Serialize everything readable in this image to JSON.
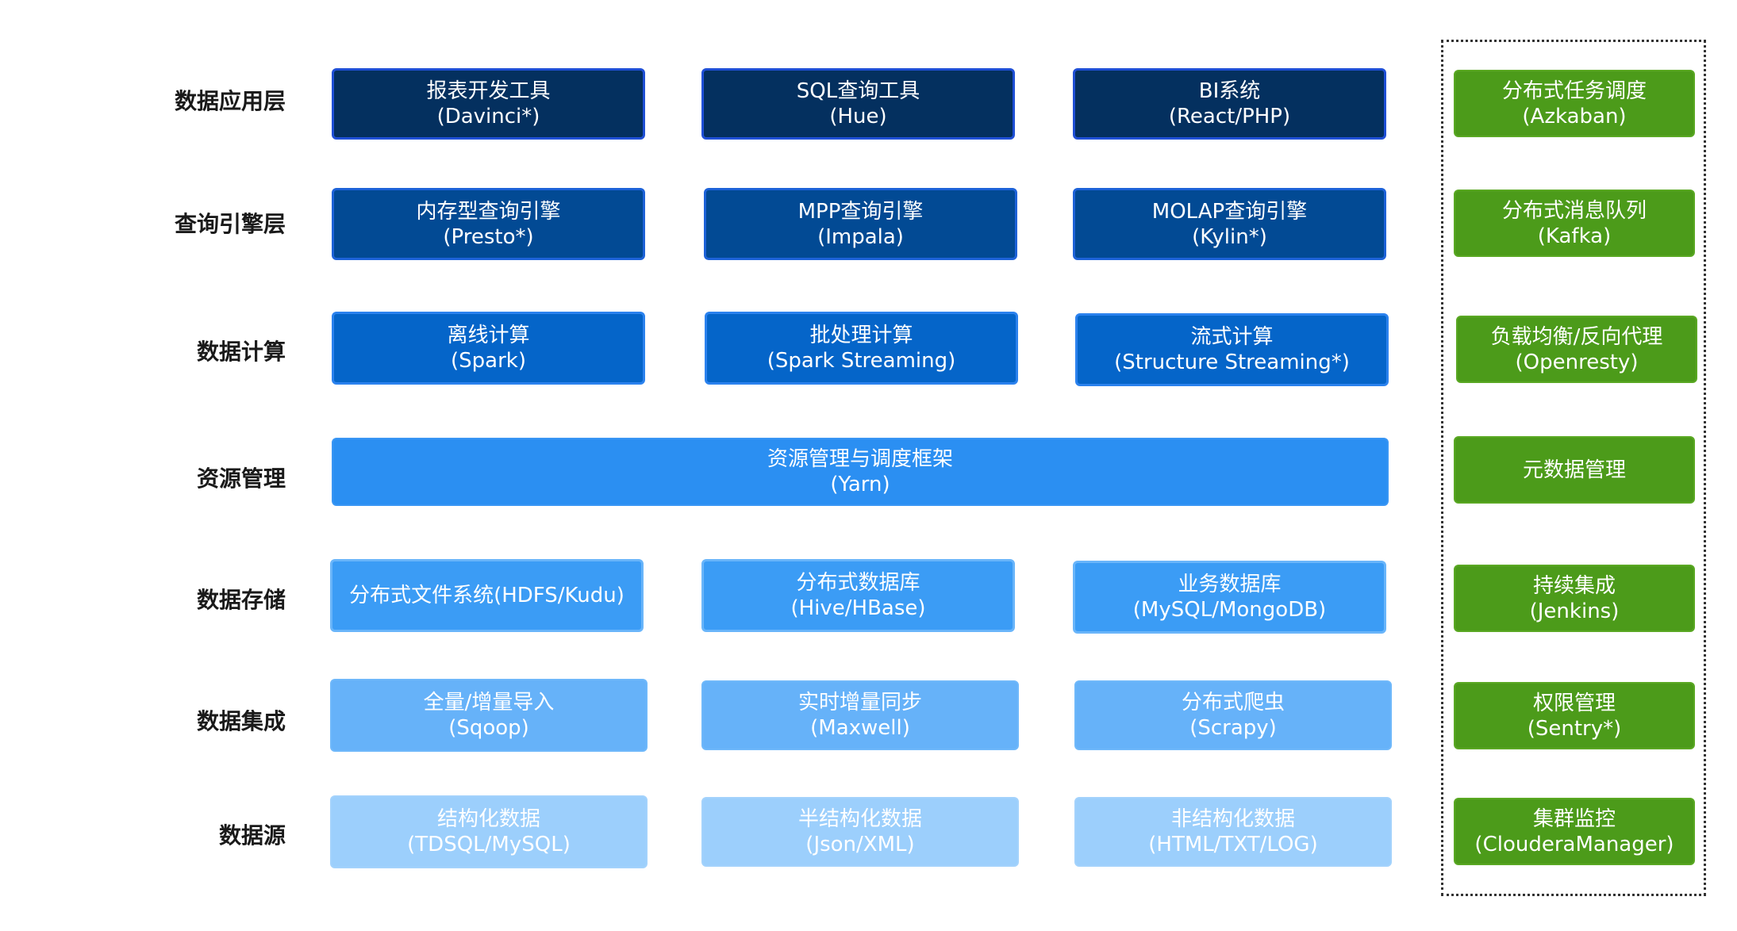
{
  "layers": [
    "数据应用层",
    "查询引擎层",
    "数据计算",
    "资源管理",
    "数据存储",
    "数据集成",
    "数据源"
  ],
  "rows": {
    "app": [
      {
        "name": "报表开发工具",
        "tech": "(Davinci*)"
      },
      {
        "name": "SQL查询工具",
        "tech": "(Hue)"
      },
      {
        "name": "BI系统",
        "tech": "(React/PHP)"
      }
    ],
    "query": [
      {
        "name": "内存型查询引擎",
        "tech": "(Presto*)"
      },
      {
        "name": "MPP查询引擎",
        "tech": "(Impala)"
      },
      {
        "name": "MOLAP查询引擎",
        "tech": "(Kylin*)"
      }
    ],
    "compute": [
      {
        "name": "离线计算",
        "tech": "(Spark)"
      },
      {
        "name": "批处理计算",
        "tech": "(Spark Streaming)"
      },
      {
        "name": "流式计算",
        "tech": "(Structure Streaming*)"
      }
    ],
    "resource": {
      "name": "资源管理与调度框架",
      "tech": "(Yarn)"
    },
    "storage": [
      {
        "name": "分布式文件系统(HDFS/Kudu)"
      },
      {
        "name": "分布式数据库",
        "tech": "(Hive/HBase)"
      },
      {
        "name": "业务数据库",
        "tech": "(MySQL/MongoDB)"
      }
    ],
    "integration": [
      {
        "name": "全量/增量导入",
        "tech": "(Sqoop)"
      },
      {
        "name": "实时增量同步",
        "tech": "(Maxwell)"
      },
      {
        "name": "分布式爬虫",
        "tech": "(Scrapy)"
      }
    ],
    "source": [
      {
        "name": "结构化数据",
        "tech": "(TDSQL/MySQL)"
      },
      {
        "name": "半结构化数据",
        "tech": "(Json/XML)"
      },
      {
        "name": "非结构化数据",
        "tech": "(HTML/TXT/LOG)"
      }
    ]
  },
  "side": [
    {
      "name": "分布式任务调度",
      "tech": "(Azkaban)"
    },
    {
      "name": "分布式消息队列",
      "tech": "(Kafka)"
    },
    {
      "name": "负载均衡/反向代理",
      "tech": "(Openresty)"
    },
    {
      "name": "元数据管理"
    },
    {
      "name": "持续集成",
      "tech": "(Jenkins)"
    },
    {
      "name": "权限管理",
      "tech": "(Sentry*)"
    },
    {
      "name": "集群监控",
      "tech": "(ClouderaManager)"
    }
  ],
  "colors": {
    "app": "#04305f",
    "query": "#024a94",
    "compute": "#0565c9",
    "resource": "#2b8ff2",
    "storage": "#3b9cf5",
    "integration": "#66b2f9",
    "source": "#9ccffc",
    "side": "#4c9b1a"
  }
}
